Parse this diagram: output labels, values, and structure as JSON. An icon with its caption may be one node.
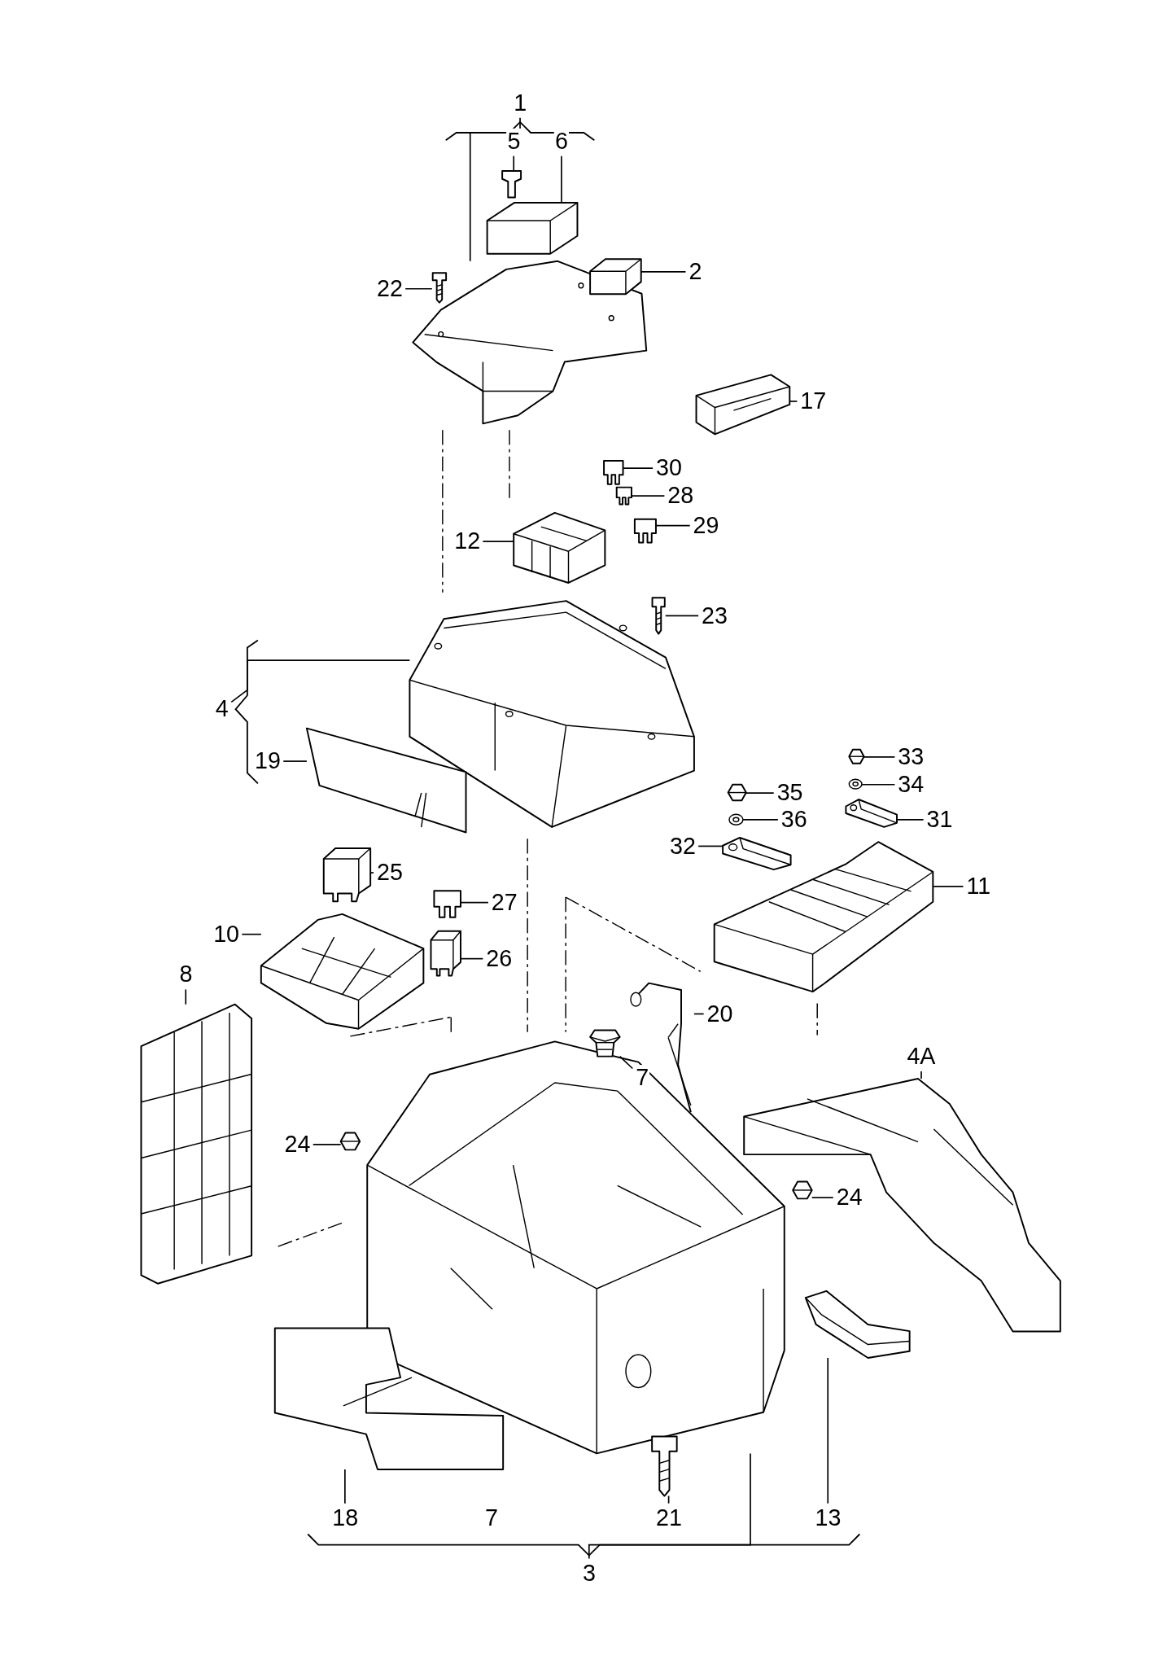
{
  "diagram": {
    "nodes": [
      {
        "text": [
          "1"
        ]
      },
      {
        "text": [],
        "shape": "picture"
      },
      {
        "text": [
          "5"
        ]
      },
      {
        "text": [],
        "shape": "picture"
      },
      {
        "text": [
          "6"
        ]
      },
      {
        "text": [],
        "shape": "picture"
      },
      {
        "text": [
          "22"
        ]
      },
      {
        "text": [],
        "shape": "picture"
      },
      {
        "text": [
          "2"
        ]
      },
      {
        "text": [],
        "shape": "picture"
      },
      {
        "text": [
          "17"
        ]
      },
      {
        "text": [],
        "shape": "picture"
      },
      {
        "text": [
          "30"
        ]
      },
      {
        "text": [],
        "shape": "picture"
      },
      {
        "text": [
          "28"
        ]
      },
      {
        "text": [],
        "shape": "picture"
      },
      {
        "text": [
          "29"
        ]
      },
      {
        "text": [],
        "shape": "picture"
      },
      {
        "text": [
          "12"
        ]
      },
      {
        "text": [],
        "shape": "picture"
      },
      {
        "text": [
          "23"
        ]
      },
      {
        "text": [],
        "shape": "picture"
      },
      {
        "text": [
          "4"
        ]
      },
      {
        "text": [],
        "shape": "picture"
      },
      {
        "text": [
          "19"
        ]
      },
      {
        "text": [],
        "shape": "picture"
      },
      {
        "text": [
          "33"
        ]
      },
      {
        "text": [],
        "shape": "picture"
      },
      {
        "text": [
          "34"
        ]
      },
      {
        "text": [],
        "shape": "picture"
      },
      {
        "text": [
          "35"
        ]
      },
      {
        "text": [],
        "shape": "picture"
      },
      {
        "text": [
          "36"
        ]
      },
      {
        "text": [],
        "shape": "picture"
      },
      {
        "text": [
          "31"
        ]
      },
      {
        "text": [],
        "shape": "picture"
      },
      {
        "text": [
          "32"
        ]
      },
      {
        "text": [],
        "shape": "picture"
      },
      {
        "text": [
          "25"
        ]
      },
      {
        "text": [],
        "shape": "picture"
      },
      {
        "text": [
          "27"
        ]
      },
      {
        "text": [],
        "shape": "picture"
      },
      {
        "text": [
          "11"
        ]
      },
      {
        "text": [],
        "shape": "picture"
      },
      {
        "text": [
          "10"
        ]
      },
      {
        "text": [],
        "shape": "picture"
      },
      {
        "text": [
          "26"
        ]
      },
      {
        "text": [],
        "shape": "picture"
      },
      {
        "text": [
          "8"
        ]
      },
      {
        "text": [],
        "shape": "picture"
      },
      {
        "text": [
          "20"
        ]
      },
      {
        "text": [],
        "shape": "picture"
      },
      {
        "text": [
          "7"
        ]
      },
      {
        "text": [],
        "shape": "picture"
      },
      {
        "text": [
          "4A"
        ]
      },
      {
        "text": [],
        "shape": "picture"
      },
      {
        "text": [
          "24"
        ]
      },
      {
        "text": [],
        "shape": "picture"
      },
      {
        "text": [
          "24"
        ]
      },
      {
        "text": [],
        "shape": "picture"
      },
      {
        "text": [
          "18"
        ]
      },
      {
        "text": [],
        "shape": "picture"
      },
      {
        "text": [
          "21"
        ]
      },
      {
        "text": [],
        "shape": "picture"
      },
      {
        "text": [
          "13"
        ]
      },
      {
        "text": [],
        "shape": "picture"
      },
      {
        "text": [
          "3"
        ]
      },
      {
        "text": [],
        "shape": "picture"
      }
    ],
    "edges": [
      {
        "from": 0,
        "to": 1,
        "arrow": "none"
      },
      {
        "from": 2,
        "to": 3,
        "arrow": "none"
      },
      {
        "from": 4,
        "to": 5,
        "arrow": "none"
      },
      {
        "from": 6,
        "to": 7,
        "arrow": "none"
      },
      {
        "from": 8,
        "to": 9,
        "arrow": "none"
      },
      {
        "from": 10,
        "to": 11,
        "arrow": "none"
      },
      {
        "from": 12,
        "to": 13,
        "arrow": "none"
      },
      {
        "from": 14,
        "to": 15,
        "arrow": "none"
      },
      {
        "from": 16,
        "to": 17,
        "arrow": "none"
      },
      {
        "from": 18,
        "to": 19,
        "arrow": "none"
      },
      {
        "from": 20,
        "to": 21,
        "arrow": "none"
      },
      {
        "from": 22,
        "to": 23,
        "arrow": "none"
      },
      {
        "from": 24,
        "to": 25,
        "arrow": "none"
      },
      {
        "from": 26,
        "to": 27,
        "arrow": "none"
      },
      {
        "from": 28,
        "to": 29,
        "arrow": "none"
      },
      {
        "from": 30,
        "to": 31,
        "arrow": "none"
      },
      {
        "from": 32,
        "to": 33,
        "arrow": "none"
      },
      {
        "from": 34,
        "to": 35,
        "arrow": "none"
      },
      {
        "from": 36,
        "to": 37,
        "arrow": "none"
      },
      {
        "from": 38,
        "to": 39,
        "arrow": "none"
      },
      {
        "from": 40,
        "to": 41,
        "arrow": "none"
      },
      {
        "from": 42,
        "to": 43,
        "arrow": "none"
      },
      {
        "from": 44,
        "to": 45,
        "arrow": "none"
      },
      {
        "from": 46,
        "to": 47,
        "arrow": "none"
      },
      {
        "from": 48,
        "to": 49,
        "arrow": "none"
      },
      {
        "from": 50,
        "to": 51,
        "arrow": "none"
      },
      {
        "from": 52,
        "to": 53,
        "arrow": "none"
      },
      {
        "from": 54,
        "to": 55,
        "arrow": "none"
      },
      {
        "from": 56,
        "to": 57,
        "arrow": "none"
      },
      {
        "from": 58,
        "to": 59,
        "arrow": "none"
      },
      {
        "from": 60,
        "to": 61,
        "arrow": "none"
      },
      {
        "from": 62,
        "to": 63,
        "arrow": "none"
      },
      {
        "from": 64,
        "to": 65,
        "arrow": "none"
      },
      {
        "from": 66,
        "to": 67,
        "arrow": "none"
      }
    ],
    "labels": [
      "7"
    ]
  }
}
